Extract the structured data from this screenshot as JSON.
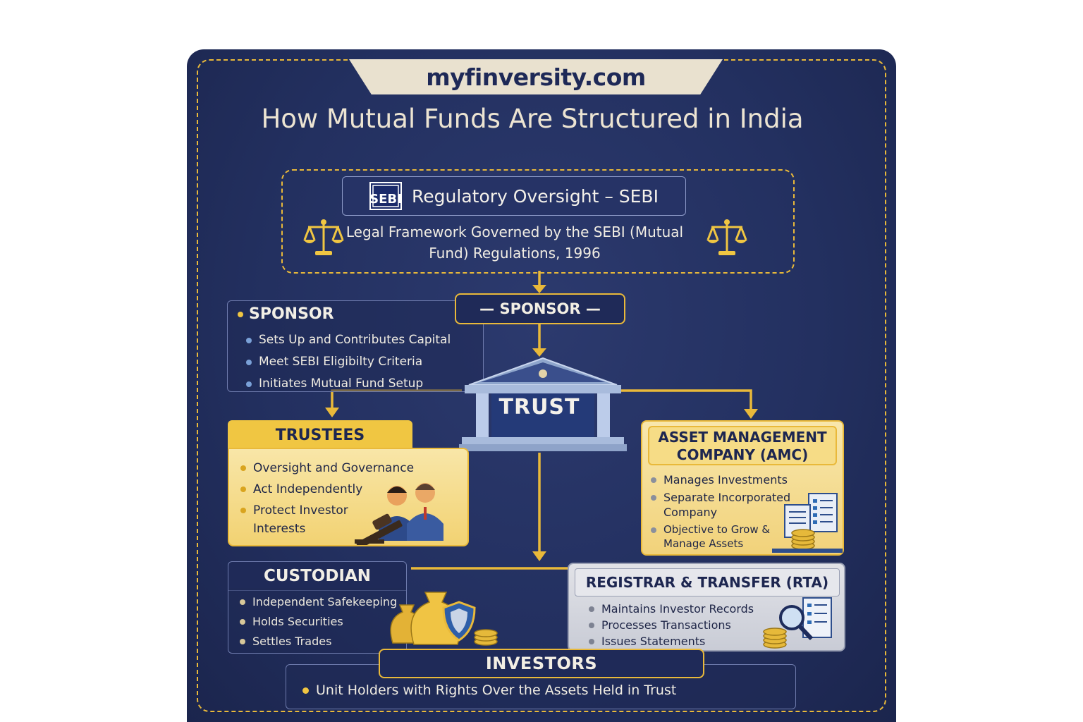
{
  "site": "myfinversity.com",
  "title": "How Mutual Funds Are Structured in India",
  "regulator": {
    "logo_text": "SEBI",
    "heading": "Regulatory Oversight – SEBI",
    "subtext": "Legal Framework Governed by the SEBI (Mutual Fund) Regulations, 1996"
  },
  "sponsor_pill": "— SPONSOR —",
  "sponsor": {
    "heading": "SPONSOR",
    "items": [
      "Sets Up and Contributes Capital",
      "Meet SEBI Eligibilty Criteria",
      "Initiates Mutual Fund Setup"
    ]
  },
  "trust": "TRUST",
  "trustees": {
    "heading": "TRUSTEES",
    "items": [
      "Oversight and Governance",
      "Act Independently",
      "Protect Investor Interests"
    ]
  },
  "amc": {
    "heading": "ASSET MANAGEMENT COMPANY (AMC)",
    "items": [
      "Manages Investments",
      "Separate Incorporated Company",
      "Objective to Grow & Manage Assets"
    ]
  },
  "custodian": {
    "heading": "CUSTODIAN",
    "items": [
      "Independent Safekeeping",
      "Holds Securities",
      "Settles Trades"
    ]
  },
  "rta": {
    "heading": "REGISTRAR & TRANSFER (RTA)",
    "items": [
      "Maintains Investor Records",
      "Processes Transactions",
      "Issues Statements"
    ]
  },
  "investors": {
    "heading": "INVESTORS",
    "text": "Unit Holders with Rights Over the Assets Held in Trust"
  },
  "colors": {
    "navy": "#233060",
    "gold": "#e9b93a",
    "cream": "#e9e1cf"
  }
}
